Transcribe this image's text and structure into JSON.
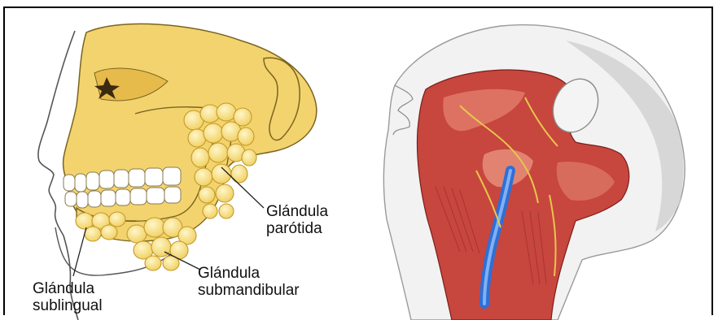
{
  "figure": {
    "labels": {
      "parotid": [
        "Glándula",
        "parótida"
      ],
      "submandibular": [
        "Glándula",
        "submandibular"
      ],
      "sublingual": [
        "Glándula",
        "sublingual"
      ]
    }
  }
}
